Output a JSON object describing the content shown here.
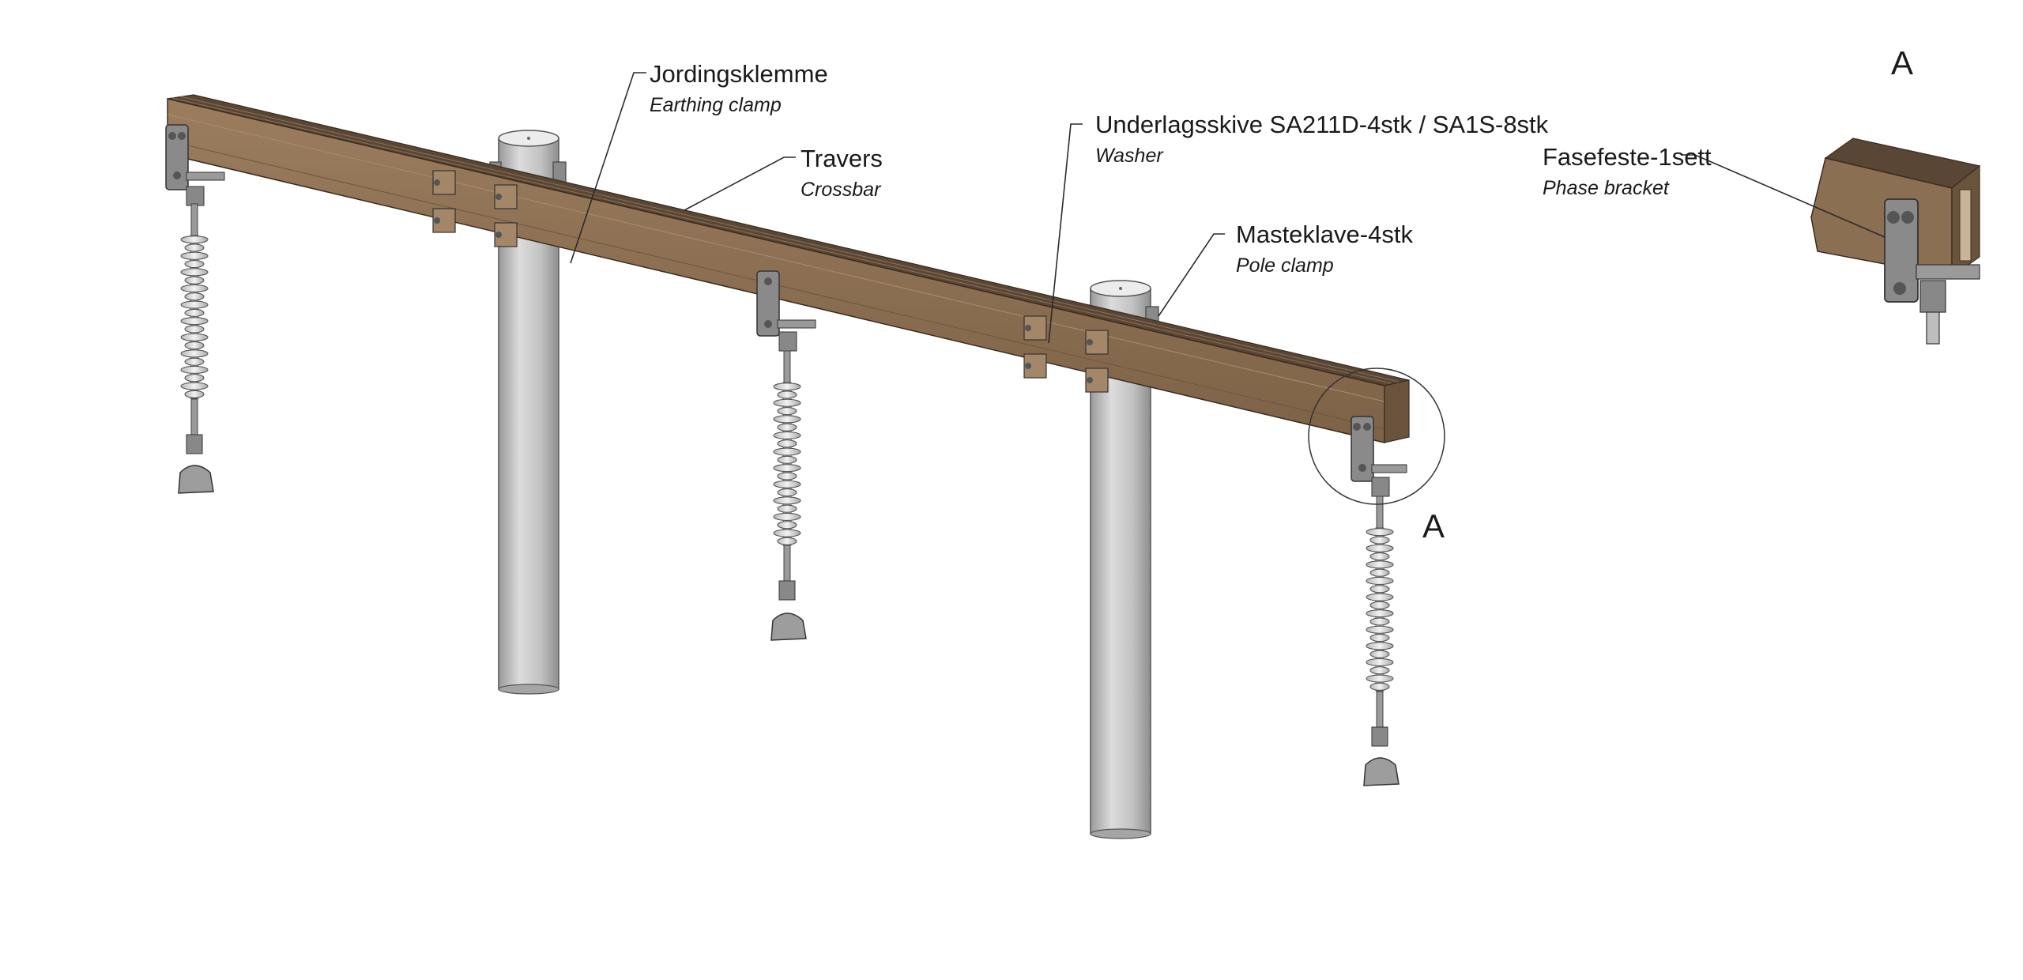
{
  "labels": {
    "earthing_clamp": {
      "main": "Jordingsklemme",
      "sub": "Earthing clamp"
    },
    "crossbar": {
      "main": "Travers",
      "sub": "Crossbar"
    },
    "washer": {
      "main": "Underlagsskive SA211D-4stk / SA1S-8stk",
      "sub": "Washer"
    },
    "pole_clamp": {
      "main": "Masteklave-4stk",
      "sub": "Pole clamp"
    },
    "phase_bracket": {
      "main": "Fasefeste-1sett",
      "sub": "Phase bracket"
    }
  },
  "detail": {
    "marker": "A",
    "title": "A"
  },
  "colors": {
    "crossbar_wood": "#8b6f52",
    "crossbar_top": "#5a4634",
    "pole_steel": "#bdbdbd",
    "bracket_steel": "#8a8a8a",
    "insulator": "#d9d9d9"
  }
}
